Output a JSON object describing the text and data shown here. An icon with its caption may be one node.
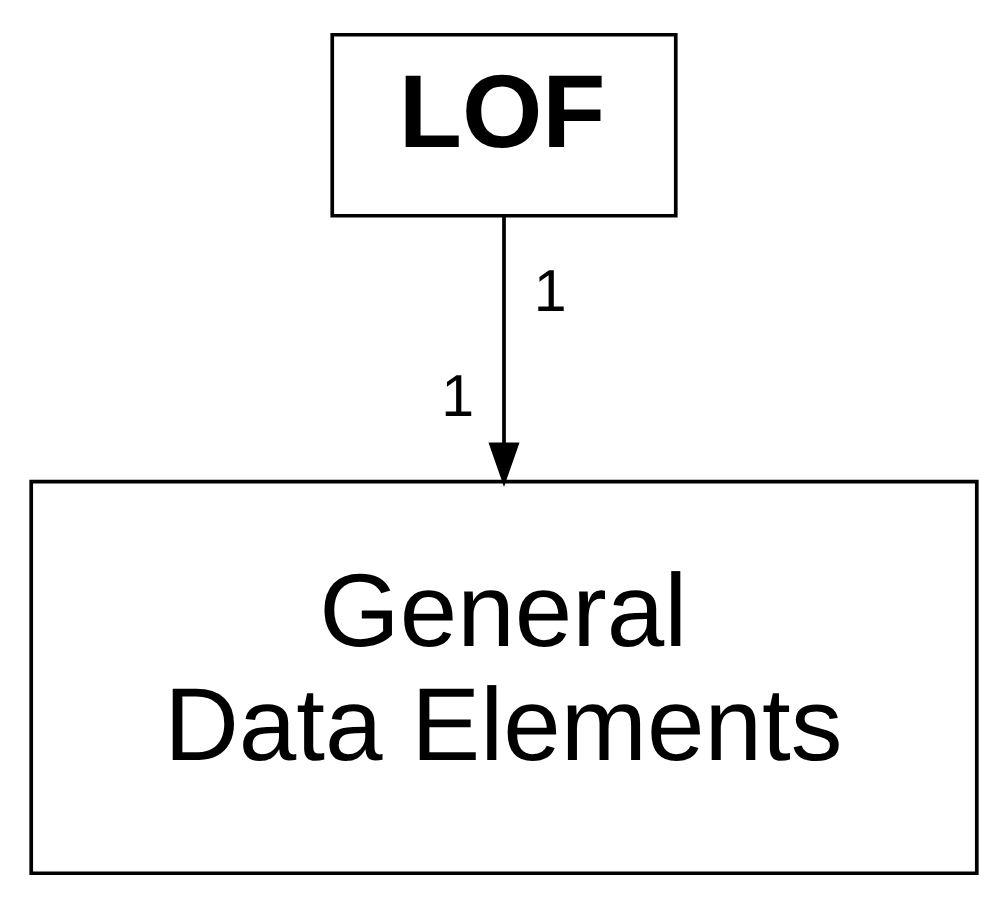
{
  "diagram": {
    "nodes": [
      {
        "text": [
          "LOF"
        ]
      },
      {
        "text": [
          "General Data Elements"
        ]
      }
    ],
    "edges": [
      {
        "from": 0,
        "to": 1,
        "arrow": "to"
      }
    ],
    "labels": [
      "1",
      "1"
    ]
  }
}
